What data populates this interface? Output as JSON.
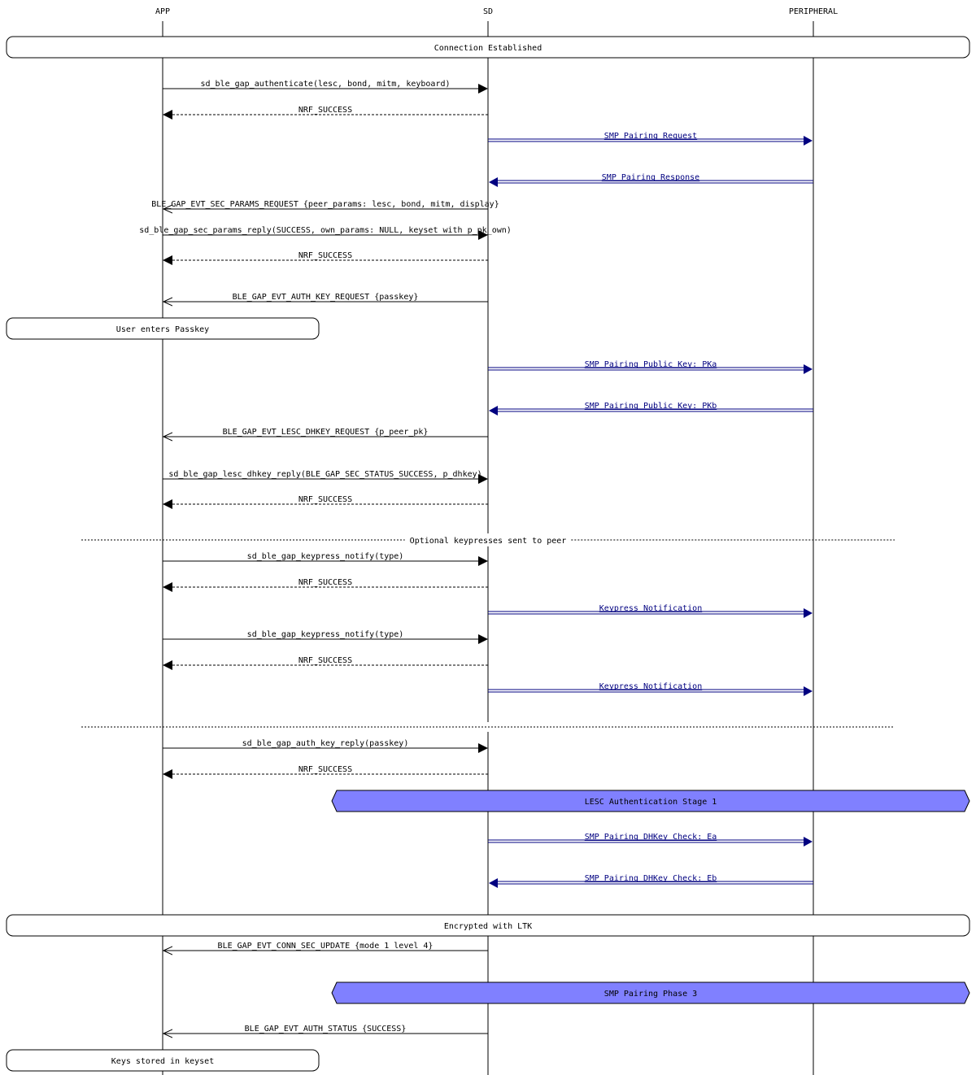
{
  "colors": {
    "line": "#000000",
    "smp": "#000080",
    "stage_fill": "#8080ff",
    "box_fill": "#ffffff"
  },
  "lanes": [
    {
      "id": "app",
      "label": "APP"
    },
    {
      "id": "sd",
      "label": "SD"
    },
    {
      "id": "peer",
      "label": "PERIPHERAL"
    }
  ],
  "events": [
    {
      "kind": "box",
      "span": "all",
      "label": "Connection Established"
    },
    {
      "kind": "msg",
      "from": "app",
      "to": "sd",
      "style": "call",
      "label": "sd_ble_gap_authenticate(lesc, bond, mitm, keyboard)"
    },
    {
      "kind": "msg",
      "from": "sd",
      "to": "app",
      "style": "return",
      "label": "NRF_SUCCESS"
    },
    {
      "kind": "msg",
      "from": "sd",
      "to": "peer",
      "style": "smp",
      "label": "SMP Pairing Request"
    },
    {
      "kind": "msg",
      "from": "peer",
      "to": "sd",
      "style": "smp",
      "label": "SMP Pairing Response"
    },
    {
      "kind": "msg",
      "from": "sd",
      "to": "app",
      "style": "event",
      "label": "BLE_GAP_EVT_SEC_PARAMS_REQUEST {peer_params: lesc, bond, mitm, display}"
    },
    {
      "kind": "msg",
      "from": "app",
      "to": "sd",
      "style": "call",
      "label": "sd_ble_gap_sec_params_reply(SUCCESS, own_params: NULL, keyset with p_pk_own)"
    },
    {
      "kind": "msg",
      "from": "sd",
      "to": "app",
      "style": "return",
      "label": "NRF_SUCCESS"
    },
    {
      "kind": "msg",
      "from": "sd",
      "to": "app",
      "style": "event",
      "label": "BLE_GAP_EVT_AUTH_KEY_REQUEST {passkey}"
    },
    {
      "kind": "box",
      "span": "app",
      "label": "User enters Passkey"
    },
    {
      "kind": "msg",
      "from": "sd",
      "to": "peer",
      "style": "smp",
      "label": "SMP Pairing Public Key: PKa"
    },
    {
      "kind": "msg",
      "from": "peer",
      "to": "sd",
      "style": "smp",
      "label": "SMP Pairing Public Key: PKb"
    },
    {
      "kind": "msg",
      "from": "sd",
      "to": "app",
      "style": "event",
      "label": "BLE_GAP_EVT_LESC_DHKEY_REQUEST {p_peer_pk}"
    },
    {
      "kind": "msg",
      "from": "app",
      "to": "sd",
      "style": "call",
      "label": "sd_ble_gap_lesc_dhkey_reply(BLE_GAP_SEC_STATUS_SUCCESS, p_dhkey)"
    },
    {
      "kind": "msg",
      "from": "sd",
      "to": "app",
      "style": "return",
      "label": "NRF_SUCCESS"
    },
    {
      "kind": "divider",
      "label": "Optional keypresses sent to peer"
    },
    {
      "kind": "msg",
      "from": "app",
      "to": "sd",
      "style": "call",
      "label": "sd_ble_gap_keypress_notify(type)"
    },
    {
      "kind": "msg",
      "from": "sd",
      "to": "app",
      "style": "return",
      "label": "NRF_SUCCESS"
    },
    {
      "kind": "msg",
      "from": "sd",
      "to": "peer",
      "style": "smp",
      "label": "Keypress Notification"
    },
    {
      "kind": "msg",
      "from": "app",
      "to": "sd",
      "style": "call",
      "label": "sd_ble_gap_keypress_notify(type)"
    },
    {
      "kind": "msg",
      "from": "sd",
      "to": "app",
      "style": "return",
      "label": "NRF_SUCCESS"
    },
    {
      "kind": "msg",
      "from": "sd",
      "to": "peer",
      "style": "smp",
      "label": "Keypress Notification"
    },
    {
      "kind": "divider",
      "label": ""
    },
    {
      "kind": "msg",
      "from": "app",
      "to": "sd",
      "style": "call",
      "label": "sd_ble_gap_auth_key_reply(passkey)"
    },
    {
      "kind": "msg",
      "from": "sd",
      "to": "app",
      "style": "return",
      "label": "NRF_SUCCESS"
    },
    {
      "kind": "stage",
      "label": "LESC Authentication Stage 1"
    },
    {
      "kind": "msg",
      "from": "sd",
      "to": "peer",
      "style": "smp",
      "label": "SMP Pairing DHKey Check: Ea"
    },
    {
      "kind": "msg",
      "from": "peer",
      "to": "sd",
      "style": "smp",
      "label": "SMP Pairing DHKey Check: Eb"
    },
    {
      "kind": "box",
      "span": "all",
      "label": "Encrypted with LTK"
    },
    {
      "kind": "msg",
      "from": "sd",
      "to": "app",
      "style": "event",
      "label": "BLE_GAP_EVT_CONN_SEC_UPDATE {mode 1 level 4}"
    },
    {
      "kind": "stage",
      "label": "SMP Pairing Phase 3"
    },
    {
      "kind": "msg",
      "from": "sd",
      "to": "app",
      "style": "event",
      "label": "BLE_GAP_EVT_AUTH_STATUS {SUCCESS}"
    },
    {
      "kind": "box",
      "span": "app",
      "label": "Keys stored in keyset"
    }
  ]
}
